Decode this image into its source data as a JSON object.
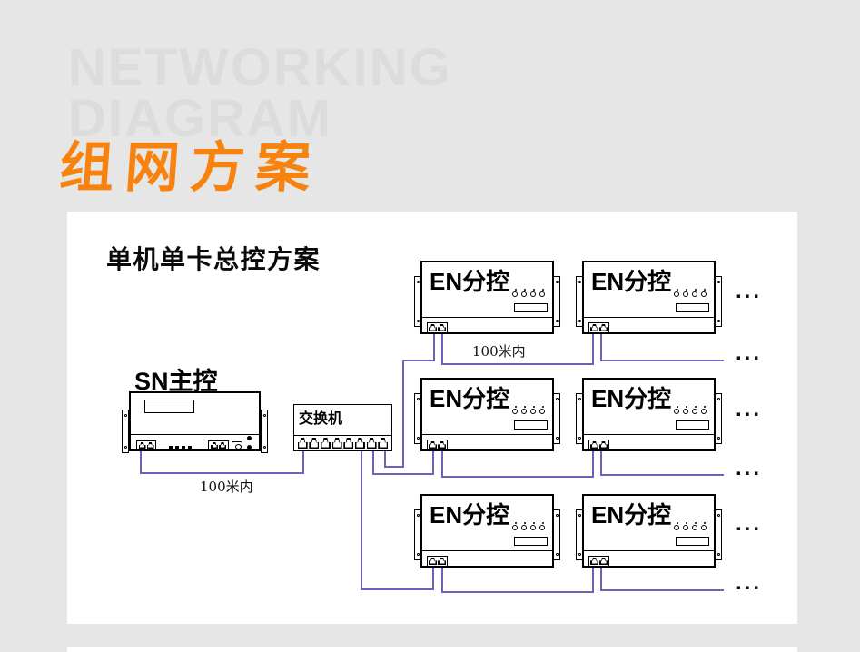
{
  "header": {
    "watermark_line1": "NETWORKING",
    "watermark_line2": "DIAGRAM",
    "title": "组网方案"
  },
  "colors": {
    "background": "#e6e6e6",
    "panel": "#ffffff",
    "title_orange": "#f8820e",
    "watermark_gray": "#dcdcdc",
    "wire_purple": "#6e61b8"
  },
  "diagram": {
    "subtitle": "单机单卡总控方案",
    "master_label": "SN主控",
    "switch_label": "交换机",
    "distance_labels": [
      "100米内",
      "100米内"
    ],
    "slaves": [
      {
        "label": "EN分控"
      },
      {
        "label": "EN分控"
      },
      {
        "label": "EN分控"
      },
      {
        "label": "EN分控"
      },
      {
        "label": "EN分控"
      },
      {
        "label": "EN分控"
      }
    ],
    "ellipsis": [
      "...",
      "...",
      "...",
      "...",
      "...",
      "..."
    ]
  }
}
